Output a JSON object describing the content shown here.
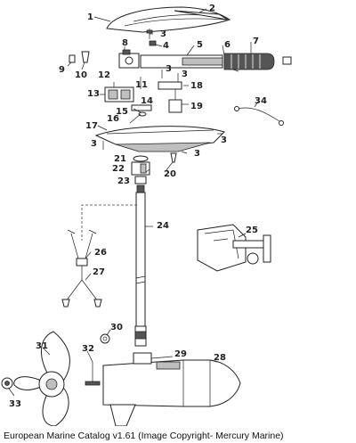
{
  "caption": "European Marine Catalog v1.61 (Image Copyright- Mercury Marine)",
  "callouts": {
    "p1": "1",
    "p2": "2",
    "p3a": "3",
    "p3b": "3",
    "p3c": "3",
    "p3d": "3",
    "p3e": "3",
    "p3f": "3",
    "p4": "4",
    "p5": "5",
    "p6": "6",
    "p7": "7",
    "p8": "8",
    "p9": "9",
    "p10": "10",
    "p11": "11",
    "p12": "12",
    "p13": "13",
    "p14": "14",
    "p15": "15",
    "p16": "16",
    "p17": "17",
    "p18": "18",
    "p19": "19",
    "p20": "20",
    "p21": "21",
    "p22": "22",
    "p23": "23",
    "p24": "24",
    "p25": "25",
    "p26": "26",
    "p27": "27",
    "p28": "28",
    "p29": "29",
    "p30": "30",
    "p31": "31",
    "p32": "32",
    "p33": "33",
    "p34": "34"
  }
}
